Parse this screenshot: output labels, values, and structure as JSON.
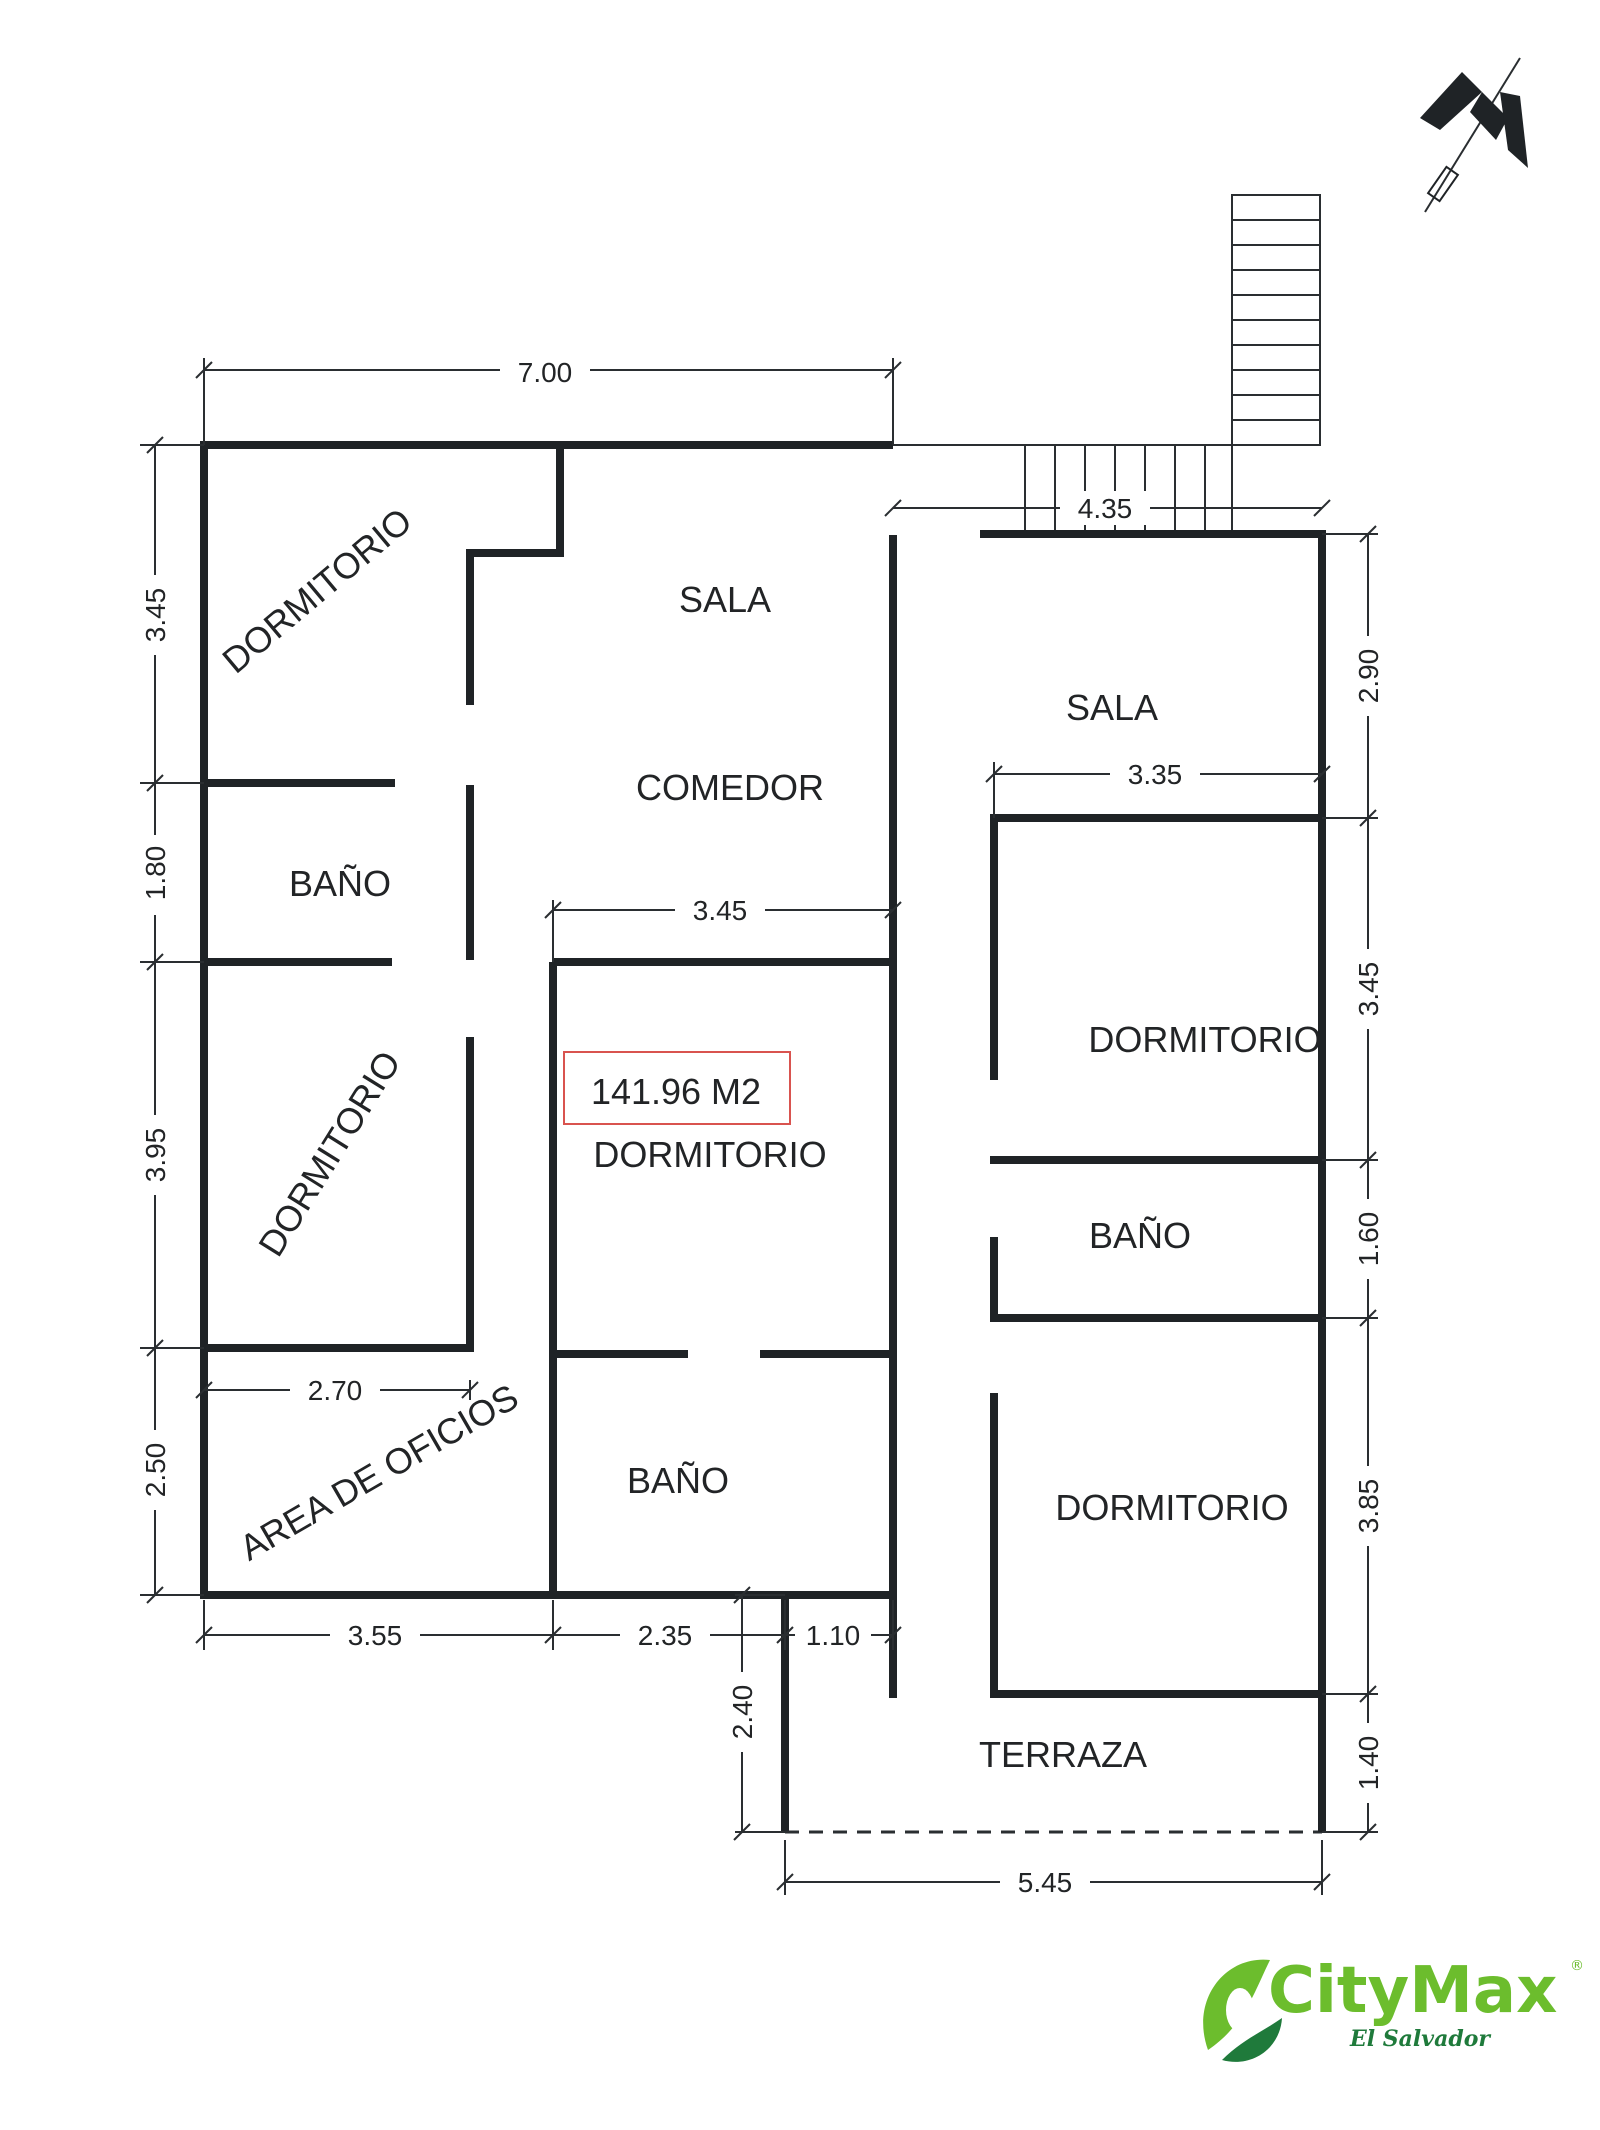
{
  "rooms": {
    "dormitorio_nw": "DORMITORIO",
    "sala_left": "SALA",
    "comedor": "COMEDOR",
    "bano_left": "BAÑO",
    "dormitorio_w": "DORMITORIO",
    "dormitorio_center": "DORMITORIO",
    "area_oficios": "AREA DE OFICIOS",
    "bano_center": "BAÑO",
    "sala_right": "SALA",
    "dormitorio_e": "DORMITORIO",
    "bano_right": "BAÑO",
    "dormitorio_se": "DORMITORIO",
    "terraza": "TERRAZA"
  },
  "area_label": "141.96 M2",
  "dimensions": {
    "top_width": "7.00",
    "left_1": "3.45",
    "left_2": "1.80",
    "left_3": "3.95",
    "left_4": "2.50",
    "inner_3_45": "3.45",
    "inner_2_70": "2.70",
    "bottom_3_55": "3.55",
    "bottom_2_35": "2.35",
    "bottom_1_10": "1.10",
    "vert_2_40": "2.40",
    "bottom_5_45": "5.45",
    "right_top_4_35": "4.35",
    "right_3_35": "3.35",
    "right_2_90": "2.90",
    "right_3_45": "3.45",
    "right_1_60": "1.60",
    "right_3_85": "3.85",
    "right_1_40": "1.40"
  },
  "logo": {
    "brand": "CityMax",
    "sub": "El Salvador",
    "registered": "®"
  },
  "colors": {
    "wall": "#1f2326",
    "area_box": "#d9534f",
    "logo_green": "#6cbd2d",
    "logo_dark_green": "#1f7a3b"
  }
}
